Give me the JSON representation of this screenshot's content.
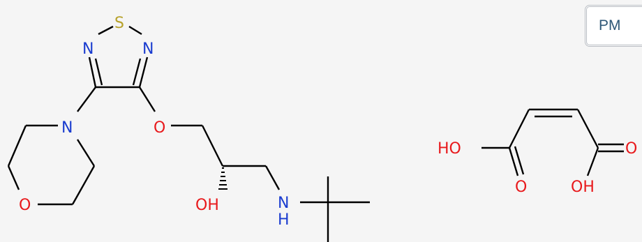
{
  "pm_button": {
    "label": "PM"
  },
  "atoms": {
    "sulfur": "S",
    "ring_n_left": "N",
    "ring_n_right": "N",
    "morpholine_n": "N",
    "morpholine_o": "O",
    "ether_o": "O",
    "hydroxyl": "OH",
    "amine_n": "N",
    "amine_h": "H",
    "maleic_ho": "HO",
    "maleic_o_left": "O",
    "maleic_oh": "OH",
    "maleic_o_right": "O"
  },
  "colors": {
    "background": "#f5f5f5",
    "bond": "#000000",
    "nitrogen": "#1a3ccf",
    "oxygen": "#e8191c",
    "sulfur": "#b7a22b",
    "button_text": "#2e5777"
  }
}
